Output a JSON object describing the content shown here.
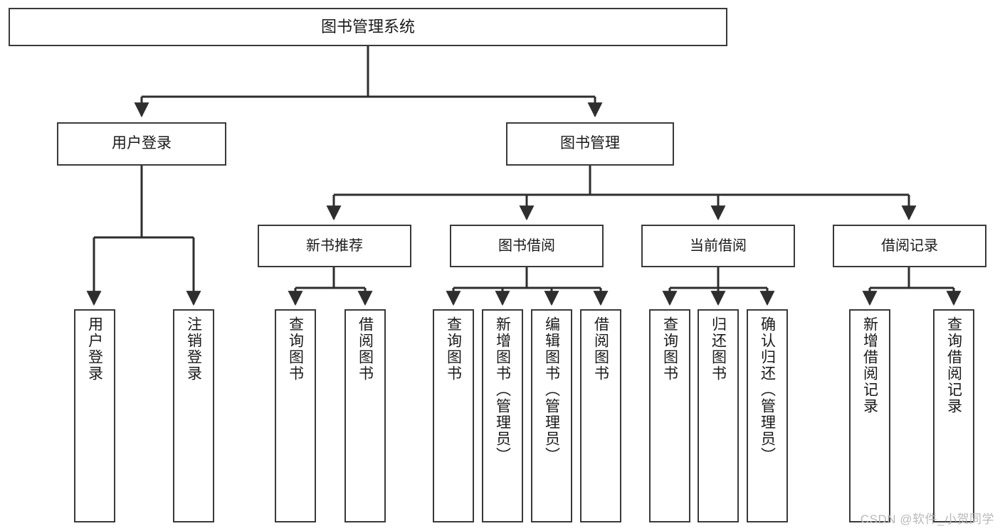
{
  "diagram": {
    "title": "图书管理系统",
    "type": "tree",
    "stroke_color": "#3a3a3a",
    "background_color": "#ffffff",
    "text_color": "#1a1a1a"
  },
  "root": {
    "label": "图书管理系统"
  },
  "level2": [
    {
      "label": "用户登录"
    },
    {
      "label": "图书管理"
    }
  ],
  "level3": [
    {
      "label": "新书推荐"
    },
    {
      "label": "图书借阅"
    },
    {
      "label": "当前借阅"
    },
    {
      "label": "借阅记录"
    }
  ],
  "leaves": {
    "user_login": [
      {
        "label": "用户登录"
      },
      {
        "label": "注销登录"
      }
    ],
    "new_book": [
      {
        "label": "查询图书"
      },
      {
        "label": "借阅图书"
      }
    ],
    "book_borrow": [
      {
        "label": "查询图书"
      },
      {
        "label": "新增图书（管理员）"
      },
      {
        "label": "编辑图书（管理员）"
      },
      {
        "label": "借阅图书"
      }
    ],
    "current_borrow": [
      {
        "label": "查询图书"
      },
      {
        "label": "归还图书"
      },
      {
        "label": "确认归还（管理员）"
      }
    ],
    "borrow_record": [
      {
        "label": "新增借阅记录"
      },
      {
        "label": "查询借阅记录"
      }
    ]
  },
  "watermark": {
    "text": "CSDN @软件_小贺同学"
  }
}
